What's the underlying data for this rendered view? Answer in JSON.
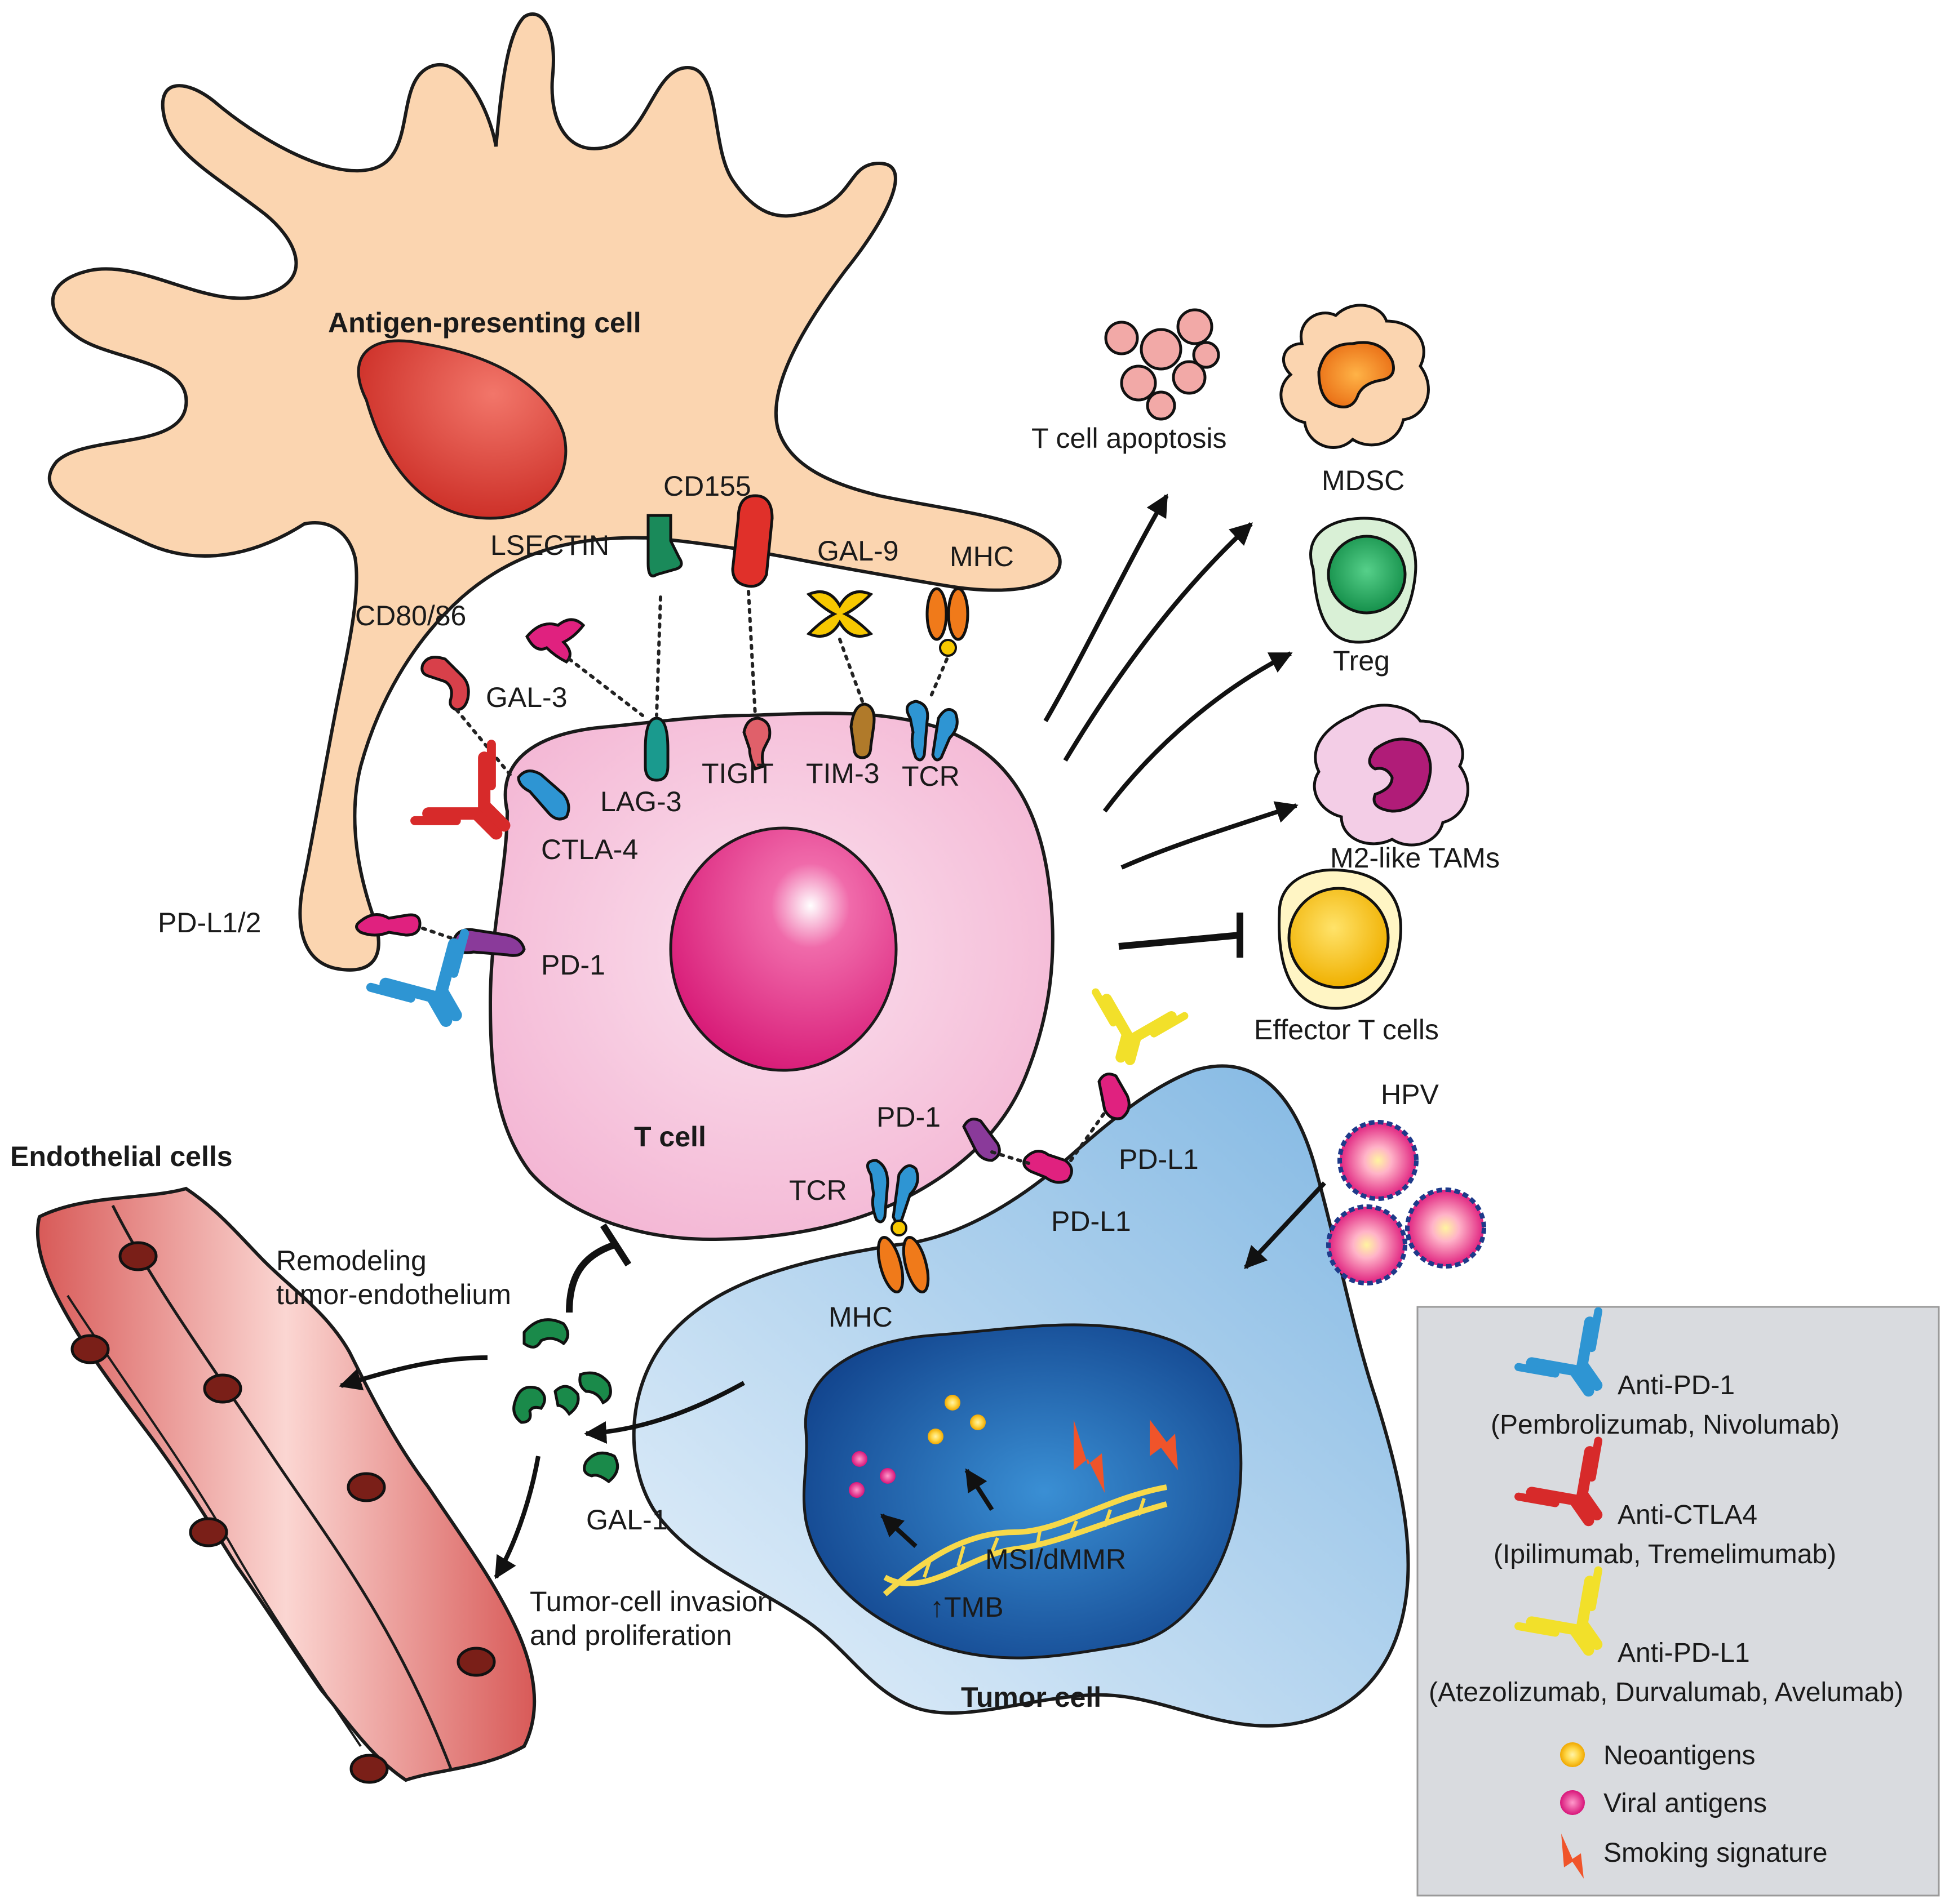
{
  "colors": {
    "apc_fill": "#fbd5b0",
    "tcell_fill": "#f6bcd8",
    "tumor_fill": "#a9d1ee",
    "nucleus_red": "#d9352a",
    "nucleus_magenta": "#e0217f",
    "tumor_nucleus": "#1b5aa8",
    "endothelium": "#e26c68",
    "legend_bg": "#d9dbdf",
    "anti_pd1": "#2e95d3",
    "anti_ctla4": "#d72a2a",
    "anti_pdl1": "#f2e02a",
    "neoantigen": "#f7c400",
    "viral_antigen": "#e0217f",
    "smoking": "#f0542a"
  },
  "cells": {
    "apc": "Antigen-presenting cell",
    "tcell": "T cell",
    "tumor": "Tumor cell",
    "endothelial": "Endothelial cells"
  },
  "molecules": {
    "lsectin": "LSECTIN",
    "cd155": "CD155",
    "gal9": "GAL-9",
    "mhc_top": "MHC",
    "cd80": "CD80/86",
    "gal3": "GAL-3",
    "lag3": "LAG-3",
    "tigit": "TIGIT",
    "tim3": "TIM-3",
    "tcr_top": "TCR",
    "ctla4": "CTLA-4",
    "pdl12": "PD-L1/2",
    "pd1_top": "PD-1",
    "pd1_bottom": "PD-1",
    "pdl1_a": "PD-L1",
    "pdl1_b": "PD-L1",
    "tcr_bottom": "TCR",
    "mhc_bottom": "MHC",
    "hpv": "HPV",
    "gal1": "GAL-1",
    "msi": "MSI/dMMR",
    "tmb": "↑TMB"
  },
  "outcomes": {
    "apoptosis": "T cell apoptosis",
    "mdsc": "MDSC",
    "treg": "Treg",
    "tams": "M2-like TAMs",
    "effector": "Effector T cells"
  },
  "effects": {
    "remodel_1": "Remodeling",
    "remodel_2": "tumor-endothelium",
    "invasion_1": "Tumor-cell invasion",
    "invasion_2": "and proliferation"
  },
  "legend": {
    "items": [
      {
        "name": "Anti-PD-1",
        "drugs": "(Pembrolizumab, Nivolumab)"
      },
      {
        "name": "Anti-CTLA4",
        "drugs": "(Ipilimumab, Tremelimumab)"
      },
      {
        "name": "Anti-PD-L1",
        "drugs": "(Atezolizumab, Durvalumab, Avelumab)"
      }
    ],
    "markers": [
      {
        "label": "Neoantigens"
      },
      {
        "label": "Viral antigens"
      },
      {
        "label": "Smoking signature"
      }
    ]
  }
}
